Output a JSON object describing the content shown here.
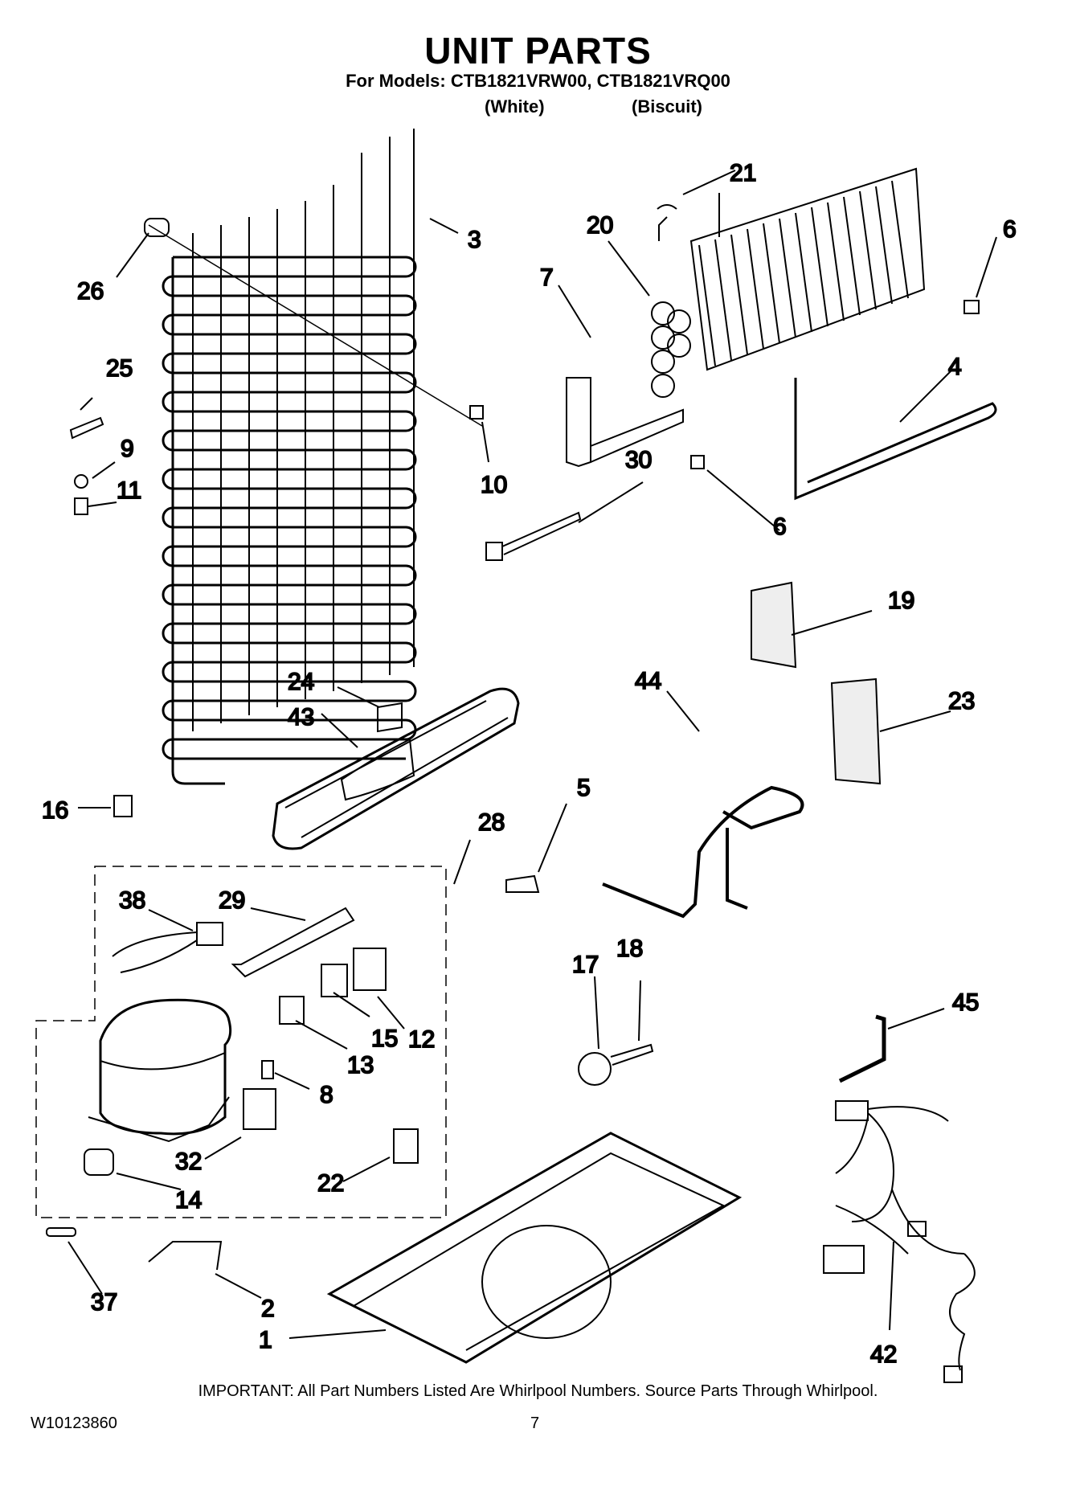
{
  "header": {
    "title": "UNIT PARTS",
    "models_line": "For Models: CTB1821VRW00, CTB1821VRQ00",
    "variant_white": "(White)",
    "variant_biscuit": "(Biscuit)"
  },
  "callouts": [
    "1",
    "2",
    "3",
    "4",
    "5",
    "6",
    "6",
    "7",
    "8",
    "9",
    "10",
    "11",
    "12",
    "13",
    "14",
    "15",
    "16",
    "17",
    "18",
    "19",
    "20",
    "21",
    "22",
    "23",
    "24",
    "25",
    "26",
    "28",
    "29",
    "30",
    "32",
    "37",
    "38",
    "42",
    "43",
    "44",
    "45"
  ],
  "footer": {
    "note": "IMPORTANT: All Part Numbers Listed Are Whirlpool Numbers. Source Parts Through Whirlpool.",
    "doc_number": "W10123860",
    "page_number": "7"
  }
}
